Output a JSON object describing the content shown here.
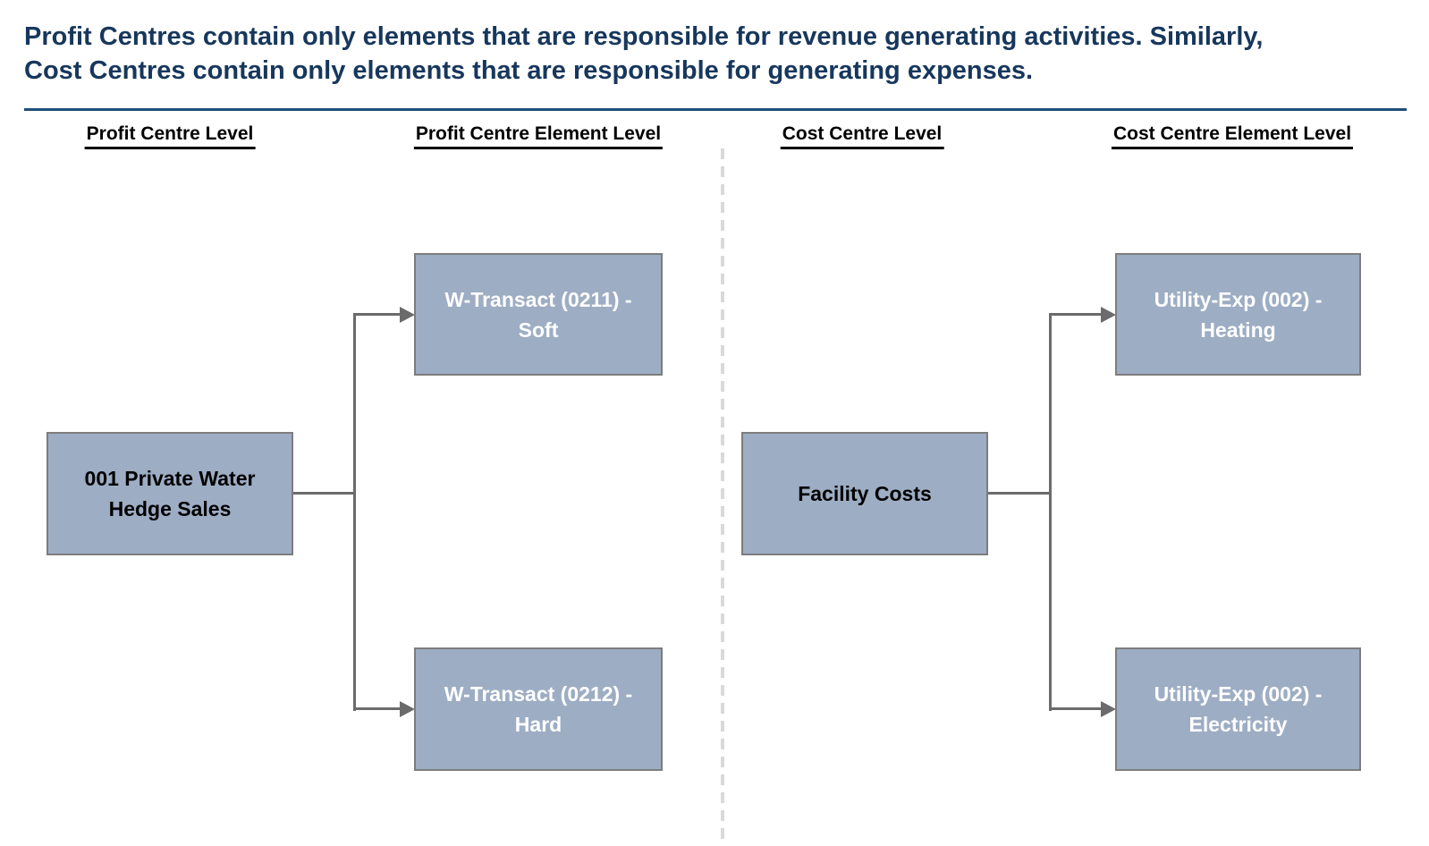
{
  "header": {
    "title_line1": "Profit Centres contain only elements that are responsible for revenue generating activities. Similarly,",
    "title_line2": "Cost Centres contain only elements that are responsible for generating expenses."
  },
  "columns": [
    {
      "label": "Profit Centre Level"
    },
    {
      "label": "Profit Centre Element Level"
    },
    {
      "label": "Cost Centre Level"
    },
    {
      "label": "Cost Centre Element Level"
    }
  ],
  "profit_tree": {
    "parent": {
      "line1": "001 Private Water",
      "line2": "Hedge Sales"
    },
    "children": [
      {
        "line1": "W-Transact (0211) -",
        "line2": "Soft"
      },
      {
        "line1": "W-Transact (0212) -",
        "line2": "Hard"
      }
    ]
  },
  "cost_tree": {
    "parent": {
      "line1": "Facility Costs"
    },
    "children": [
      {
        "line1": "Utility-Exp (002) -",
        "line2": "Heating"
      },
      {
        "line1": "Utility-Exp (002) -",
        "line2": "Electricity"
      }
    ]
  },
  "colors": {
    "background": "#ffffff",
    "title_text": "#17375c",
    "rule": "#1f4e79",
    "header_text": "#000000",
    "node_fill": "#9dadc4",
    "node_border": "#7d7d7d",
    "parent_node_text": "#000000",
    "child_node_text": "#ffffff",
    "connector": "#6b6b6b",
    "divider_dashed": "#d9d9d9"
  }
}
